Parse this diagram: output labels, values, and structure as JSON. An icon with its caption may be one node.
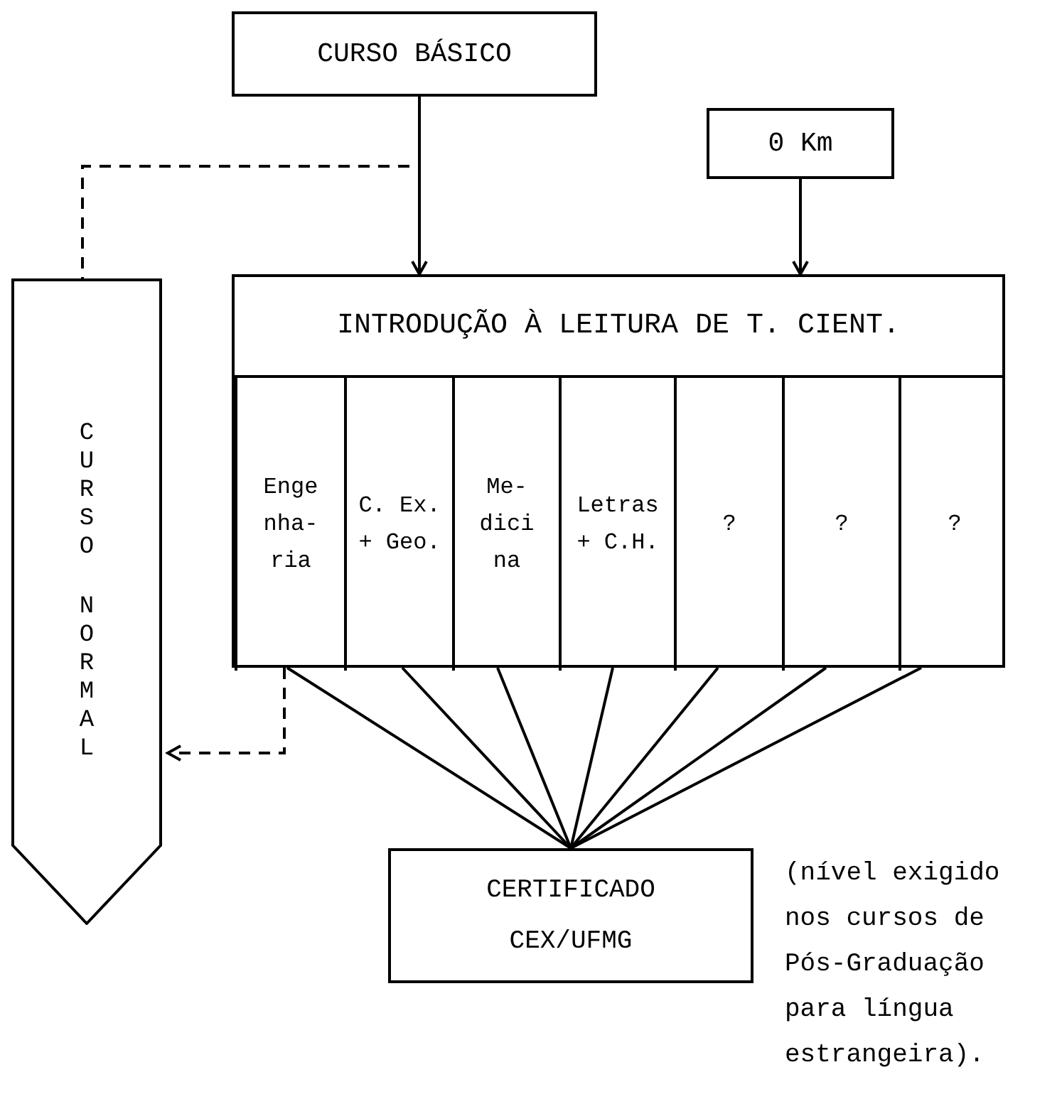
{
  "diagram": {
    "nodes": [
      {
        "text": [
          "CURSO BÁSICO"
        ]
      },
      {
        "text": [
          "0 Km"
        ]
      },
      {
        "text": [
          "CURSO NORMAL"
        ]
      },
      {
        "text": [
          "INTRODUÇÃO À LEITURA DE T. CIENT."
        ]
      },
      {
        "text": [
          "Enge nha- ria"
        ],
        "in": 3
      },
      {
        "text": [
          "C. Ex. + Geo."
        ],
        "in": 3
      },
      {
        "text": [
          "Me- dici na"
        ],
        "in": 3
      },
      {
        "text": [
          "Letras + C.H."
        ],
        "in": 3
      },
      {
        "text": [
          "?"
        ],
        "in": 3
      },
      {
        "text": [
          "?"
        ],
        "in": 3
      },
      {
        "text": [
          "?"
        ],
        "in": 3
      },
      {
        "text": [
          "CERTIFICADO CEX/UFMG"
        ],
        "beside": [
          "(nível exigido nos cursos de Pós-Graduação para língua estrangeira)."
        ]
      }
    ],
    "edges": [
      {
        "from": 0,
        "to": 3,
        "arrow": "to"
      },
      {
        "from": 1,
        "to": 3,
        "arrow": "to"
      },
      {
        "from": 0,
        "to": 2,
        "arrow": "none",
        "style": "dashed"
      },
      {
        "from": 4,
        "to": 2,
        "arrow": "to",
        "style": "dashed"
      },
      {
        "from": 4,
        "to": 11,
        "arrow": "none"
      },
      {
        "from": 5,
        "to": 11,
        "arrow": "none"
      },
      {
        "from": 6,
        "to": 11,
        "arrow": "none"
      },
      {
        "from": 7,
        "to": 11,
        "arrow": "none"
      },
      {
        "from": 8,
        "to": 11,
        "arrow": "none"
      },
      {
        "from": 9,
        "to": 11,
        "arrow": "none"
      },
      {
        "from": 10,
        "to": 11,
        "arrow": "none"
      }
    ]
  }
}
